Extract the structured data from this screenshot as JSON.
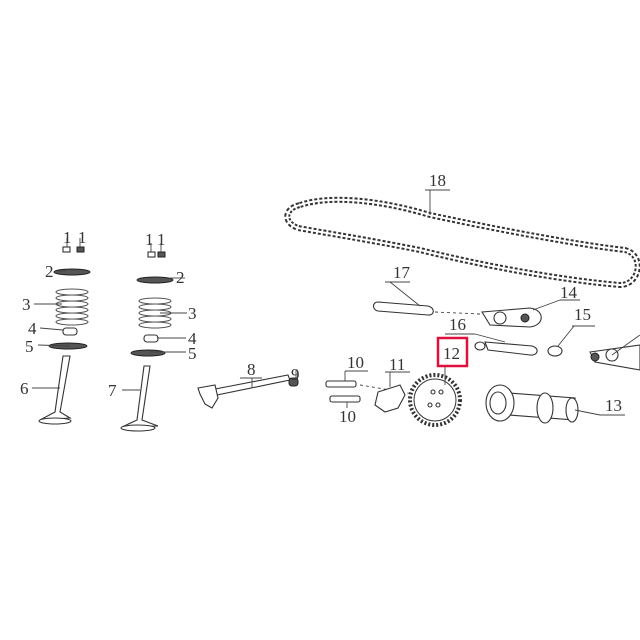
{
  "diagram": {
    "highlight_color": "#e0103a",
    "highlighted_part": "12",
    "labels": {
      "p1a": "1",
      "p1b": "1",
      "p1c": "1",
      "p1d": "1",
      "p2a": "2",
      "p2b": "2",
      "p3a": "3",
      "p3b": "3",
      "p4a": "4",
      "p4b": "4",
      "p5a": "5",
      "p5b": "5",
      "p6": "6",
      "p7": "7",
      "p8": "8",
      "p9": "9",
      "p10a": "10",
      "p10b": "10",
      "p11": "11",
      "p12": "12",
      "p13": "13",
      "p14": "14",
      "p15": "15",
      "p16": "16",
      "p17": "17",
      "p18": "18"
    }
  }
}
